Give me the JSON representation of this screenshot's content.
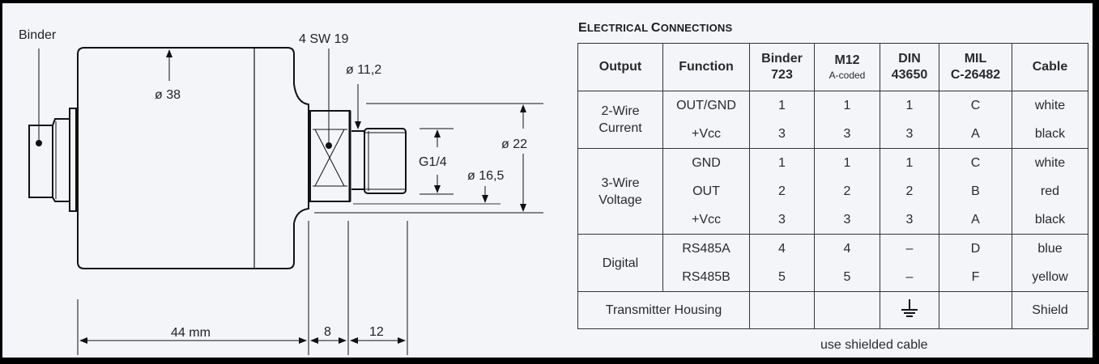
{
  "drawing": {
    "labels": {
      "connector": "Binder",
      "wrench": "4 SW 19",
      "body_diameter": "ø 38",
      "neck_diameter": "ø 11,2",
      "thread": "G1/4",
      "thread_diameter": "ø 16,5",
      "hex_diameter": "ø 22",
      "body_length": "44 mm",
      "hex_length": "8",
      "thread_length": "12"
    }
  },
  "table": {
    "title_first_cap": "E",
    "title_first_rest": "LECTRICAL",
    "title_second_cap": "C",
    "title_second_rest": "ONNECTIONS",
    "headers": [
      {
        "main": "Output",
        "sub": ""
      },
      {
        "main": "Function",
        "sub": ""
      },
      {
        "main": "Binder",
        "main2": "723"
      },
      {
        "main": "M12",
        "sub": "A-coded"
      },
      {
        "main": "DIN",
        "main2": "43650"
      },
      {
        "main": "MIL",
        "main2": "C-26482"
      },
      {
        "main": "Cable",
        "sub": ""
      }
    ],
    "groups": [
      {
        "output_line1": "2-Wire",
        "output_line2": "Current",
        "rows": [
          {
            "function": "OUT/GND",
            "binder": "1",
            "m12": "1",
            "din": "1",
            "mil": "C",
            "cable": "white"
          },
          {
            "function": "+Vcc",
            "binder": "3",
            "m12": "3",
            "din": "3",
            "mil": "A",
            "cable": "black"
          }
        ]
      },
      {
        "output_line1": "3-Wire",
        "output_line2": "Voltage",
        "rows": [
          {
            "function": "GND",
            "binder": "1",
            "m12": "1",
            "din": "1",
            "mil": "C",
            "cable": "white"
          },
          {
            "function": "OUT",
            "binder": "2",
            "m12": "2",
            "din": "2",
            "mil": "B",
            "cable": "red"
          },
          {
            "function": "+Vcc",
            "binder": "3",
            "m12": "3",
            "din": "3",
            "mil": "A",
            "cable": "black"
          }
        ]
      },
      {
        "output_line1": "Digital",
        "output_line2": "",
        "rows": [
          {
            "function": "RS485A",
            "binder": "4",
            "m12": "4",
            "din": "–",
            "mil": "D",
            "cable": "blue"
          },
          {
            "function": "RS485B",
            "binder": "5",
            "m12": "5",
            "din": "–",
            "mil": "F",
            "cable": "yellow"
          }
        ]
      }
    ],
    "housing": {
      "label": "Transmitter Housing",
      "din_icon": "ground-icon",
      "cable": "Shield"
    },
    "note": "use shielded cable"
  }
}
